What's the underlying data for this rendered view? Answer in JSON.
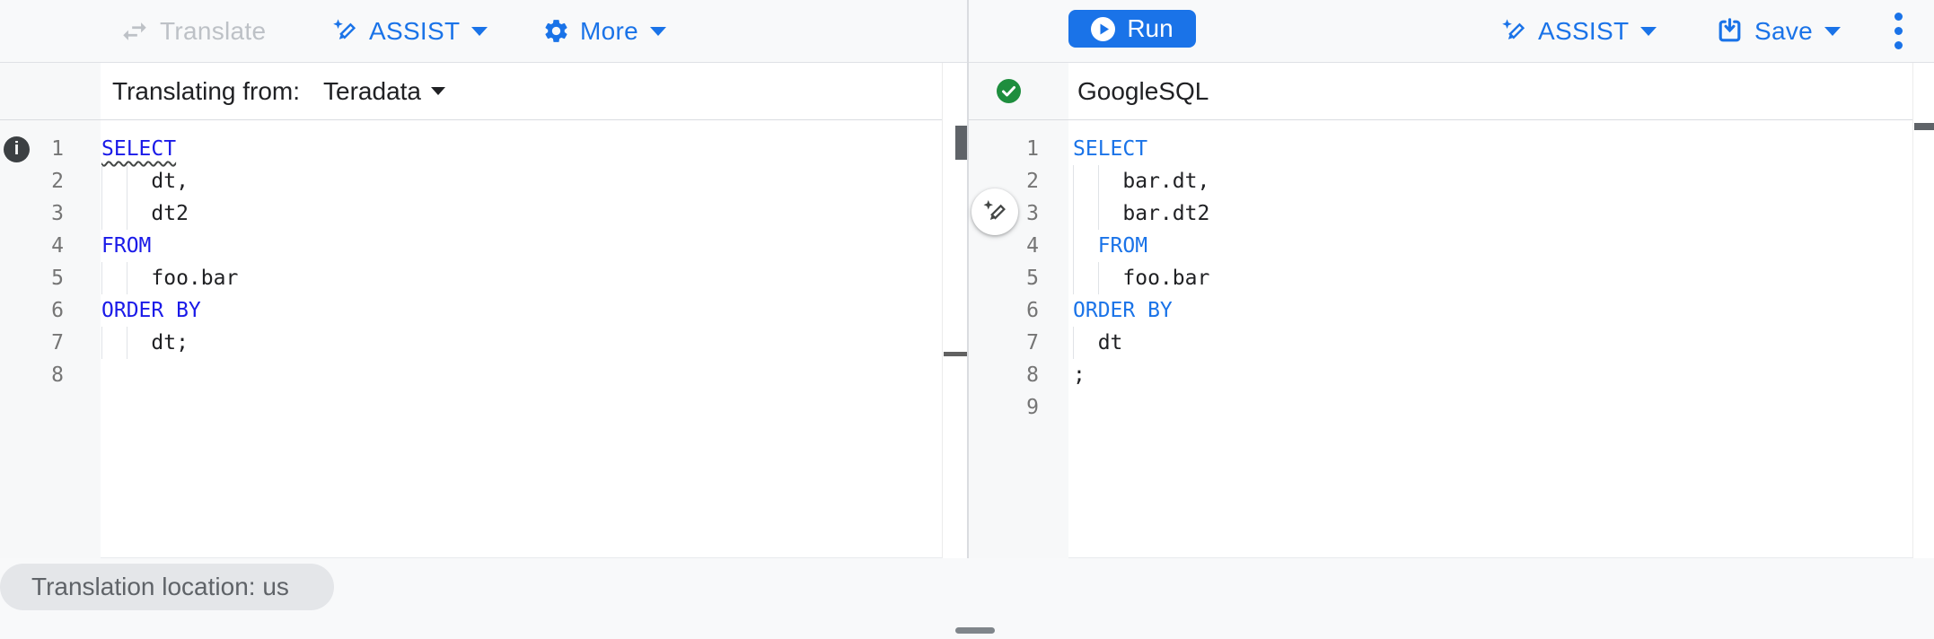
{
  "toolbar": {
    "left": {
      "translate": {
        "label": "Translate",
        "icon": "swap-arrows-icon",
        "enabled": false
      },
      "assist": {
        "label": "ASSIST",
        "icon": "magic-pen-icon"
      },
      "more": {
        "label": "More",
        "icon": "gear-icon"
      }
    },
    "right": {
      "run": {
        "label": "Run",
        "icon": "play-circle-icon"
      },
      "assist": {
        "label": "ASSIST",
        "icon": "magic-pen-icon"
      },
      "save": {
        "label": "Save",
        "icon": "save-icon"
      },
      "overflow_menu_icon": "kebab-menu-icon"
    }
  },
  "source_panel": {
    "header_label": "Translating from:",
    "dialect": "Teradata",
    "status_icon": "green-check-icon",
    "gutter_marker": {
      "line": 1,
      "icon": "info-icon"
    },
    "lines": [
      {
        "n": 1,
        "guides": [],
        "segs": [
          {
            "t": "SELECT",
            "k": "keyword",
            "wavy": true
          }
        ]
      },
      {
        "n": 2,
        "guides": [
          0,
          2
        ],
        "segs": [
          {
            "t": "    dt,",
            "k": "plain"
          }
        ]
      },
      {
        "n": 3,
        "guides": [
          0,
          2
        ],
        "segs": [
          {
            "t": "    dt2",
            "k": "plain"
          }
        ]
      },
      {
        "n": 4,
        "guides": [],
        "segs": [
          {
            "t": "FROM",
            "k": "keyword"
          }
        ]
      },
      {
        "n": 5,
        "guides": [
          0,
          2
        ],
        "segs": [
          {
            "t": "    foo.bar",
            "k": "plain"
          }
        ]
      },
      {
        "n": 6,
        "guides": [],
        "segs": [
          {
            "t": "ORDER BY",
            "k": "keyword"
          }
        ]
      },
      {
        "n": 7,
        "guides": [
          0,
          2
        ],
        "segs": [
          {
            "t": "    dt;",
            "k": "plain"
          }
        ]
      },
      {
        "n": 8,
        "guides": [],
        "segs": []
      }
    ]
  },
  "target_panel": {
    "header_label": "GoogleSQL",
    "lines": [
      {
        "n": 1,
        "guides": [],
        "segs": [
          {
            "t": "SELECT",
            "k": "keyword"
          }
        ]
      },
      {
        "n": 2,
        "guides": [
          0,
          2
        ],
        "segs": [
          {
            "t": "    bar.dt,",
            "k": "plain"
          }
        ]
      },
      {
        "n": 3,
        "guides": [
          0,
          2
        ],
        "segs": [
          {
            "t": "    bar.dt2",
            "k": "plain"
          }
        ]
      },
      {
        "n": 4,
        "guides": [
          0
        ],
        "segs": [
          {
            "t": "  ",
            "k": "plain"
          },
          {
            "t": "FROM",
            "k": "keyword"
          }
        ]
      },
      {
        "n": 5,
        "guides": [
          0,
          2
        ],
        "segs": [
          {
            "t": "    foo.bar",
            "k": "plain"
          }
        ]
      },
      {
        "n": 6,
        "guides": [],
        "segs": [
          {
            "t": "ORDER BY",
            "k": "keyword"
          }
        ]
      },
      {
        "n": 7,
        "guides": [
          0
        ],
        "segs": [
          {
            "t": "  dt",
            "k": "plain"
          }
        ]
      },
      {
        "n": 8,
        "guides": [],
        "segs": [
          {
            "t": ";",
            "k": "plain"
          }
        ]
      },
      {
        "n": 9,
        "guides": [],
        "segs": []
      }
    ]
  },
  "footer": {
    "location_badge": "Translation location: us"
  },
  "colors": {
    "accent": "#1a73e8",
    "keyword_source": "#1a1ae8",
    "keyword_target": "#1a73e8",
    "status_ok": "#1e8e3e",
    "disabled": "#bdc1c6",
    "code_text": "#202124"
  }
}
